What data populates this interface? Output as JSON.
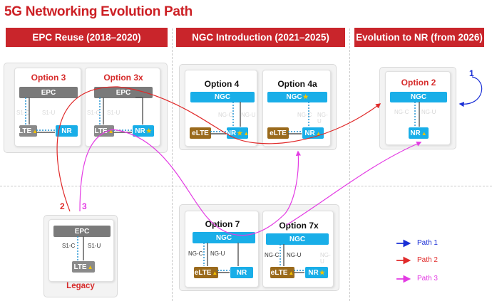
{
  "title": "5G Networking Evolution Path",
  "phases": {
    "epc_reuse": "EPC Reuse (2018–2020)",
    "ngc_intro": "NGC Introduction (2021–2025)",
    "nr_evo": "Evolution to NR (from 2026)"
  },
  "options": {
    "opt3": {
      "title": "Option 3",
      "core": "EPC",
      "lte": "LTE",
      "nr": "NR",
      "faded1": "S1-C",
      "faded2": "S1-U"
    },
    "opt3x": {
      "title": "Option 3x",
      "core": "EPC",
      "lte": "LTE",
      "nr": "NR",
      "faded1": "S1-C",
      "faded2": "S1-U"
    },
    "opt4": {
      "title": "Option 4",
      "core": "NGC",
      "lte": "eLTE",
      "nr": "NR",
      "faded1": "NG-C",
      "faded2": "NG-U"
    },
    "opt4a": {
      "title": "Option 4a",
      "core": "NGC",
      "lte": "eLTE",
      "nr": "NR",
      "faded1": "NG-C",
      "faded2": "NG-U"
    },
    "opt2": {
      "title": "Option 2",
      "core": "NGC",
      "nr": "NR",
      "faded1": "NG-C",
      "faded2": "NG-U"
    },
    "opt7": {
      "title": "Option 7",
      "core": "NGC",
      "lte": "eLTE",
      "nr": "NR",
      "lab1": "NG-C",
      "lab2": "NG-U"
    },
    "opt7x": {
      "title": "Option 7x",
      "core": "NGC",
      "lte": "eLTE",
      "nr": "NR",
      "lab1": "NG-C",
      "lab2": "NG-U",
      "faded1": "NG-U"
    },
    "legacy": {
      "title": "Legacy",
      "core": "EPC",
      "lte": "LTE",
      "lab1": "S1-C",
      "lab2": "S1-U"
    }
  },
  "path_numbers": {
    "p1": "1",
    "p2": "2",
    "p3": "3"
  },
  "legend": [
    {
      "label": "Path 1",
      "color": "#1a2fd6"
    },
    {
      "label": "Path 2",
      "color": "#e02a2a"
    },
    {
      "label": "Path 3",
      "color": "#e33be3"
    }
  ],
  "colors": {
    "brand_red": "#c9252b",
    "ngc_blue": "#19aee8",
    "epc_gray": "#7a7a7a",
    "elte_brown": "#9a6a1c",
    "star_yellow": "#f2c200"
  },
  "icons": {
    "star": "★",
    "triangle": "▲"
  }
}
